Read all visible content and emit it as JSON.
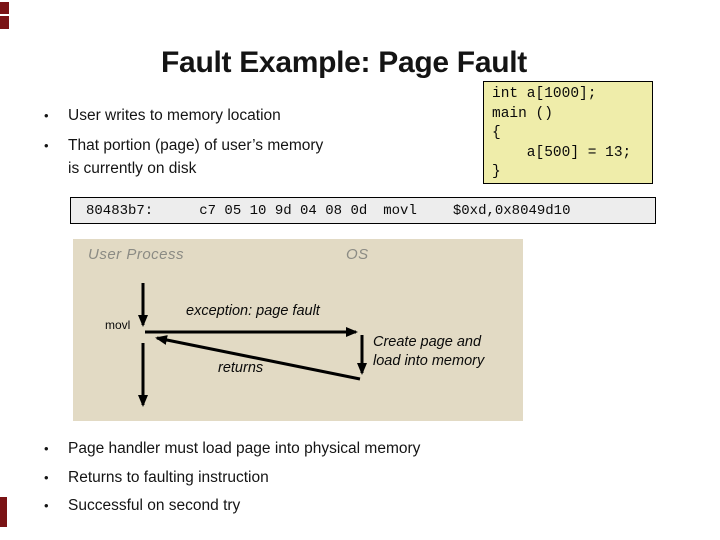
{
  "slide": {
    "title": "Fault Example: Page Fault",
    "bullet_char": "•"
  },
  "top_bullets": [
    {
      "lines": [
        "User writes to memory location"
      ]
    },
    {
      "lines": [
        "That portion (page) of user’s memory",
        "is currently on disk"
      ]
    }
  ],
  "code_box": {
    "lines": [
      "int a[1000];",
      "main ()",
      "{",
      "    a[500] = 13;",
      "}"
    ]
  },
  "asm": {
    "address": "80483b7:",
    "bytes": "c7 05 10 9d 04 08 0d",
    "mnemonic": "movl",
    "operands": "$0xd,0x8049d10"
  },
  "diagram": {
    "left_lane": "User Process",
    "right_lane": "OS",
    "movl": "movl",
    "exception": "exception: page fault",
    "returns": "returns",
    "create_line1": "Create page and",
    "create_line2": "load into memory"
  },
  "bottom_bullets": [
    "Page handler must load page into physical memory",
    "Returns to faulting instruction",
    "Successful on second try"
  ],
  "colors": {
    "code_bg": "#efedaa",
    "asm_bg": "#ededed",
    "diagram_bg": "#e2dac4",
    "accent_red": "#7a1315",
    "lane_label": "#8b8b84"
  }
}
